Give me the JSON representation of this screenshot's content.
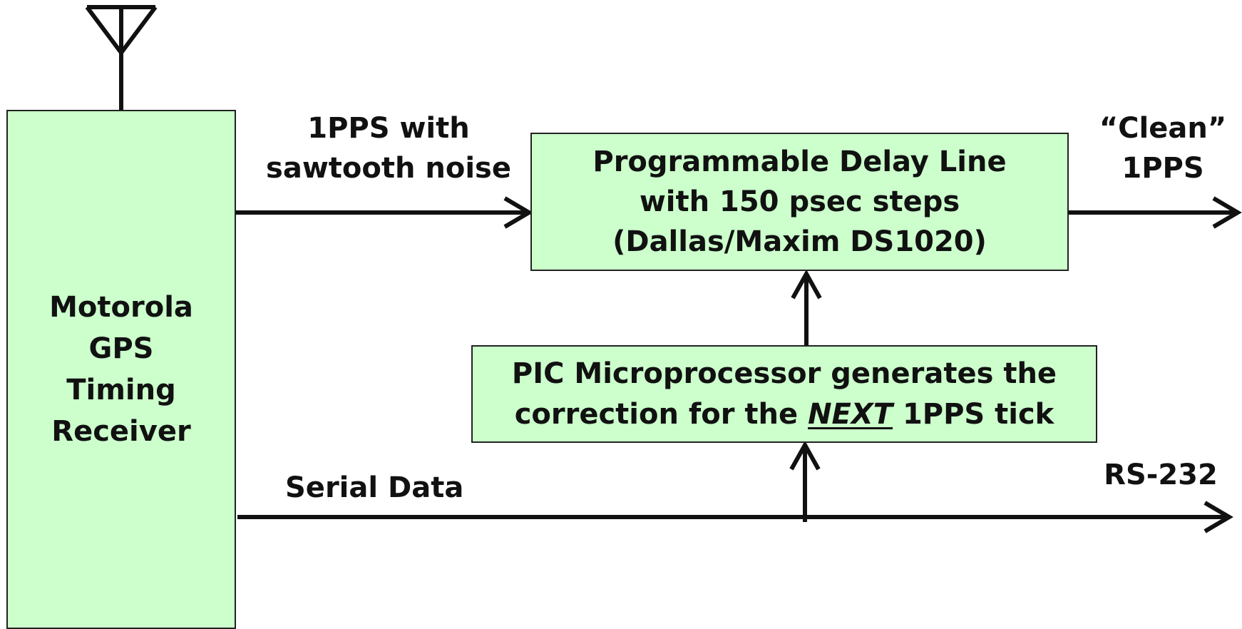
{
  "receiver": {
    "lines": [
      "Motorola",
      "GPS",
      "Timing",
      "Receiver"
    ]
  },
  "input_signal": {
    "lines": [
      "1PPS with",
      "sawtooth noise"
    ]
  },
  "delay_line": {
    "lines": [
      "Programmable Delay Line",
      "with 150 psec steps",
      "(Dallas/Maxim DS1020)"
    ]
  },
  "output_signal": {
    "lines": [
      "“Clean”",
      "1PPS"
    ]
  },
  "microprocessor": {
    "line1": "PIC Microprocessor generates the",
    "line2_prefix": "correction for the ",
    "line2_emphasis": "NEXT",
    "line2_suffix": " 1PPS tick"
  },
  "serial": {
    "label": "Serial Data",
    "output_label": "RS-232"
  },
  "colors": {
    "box_fill": "#ccffcc",
    "box_border": "#222222",
    "line_color": "#111111",
    "background": "#ffffff"
  }
}
